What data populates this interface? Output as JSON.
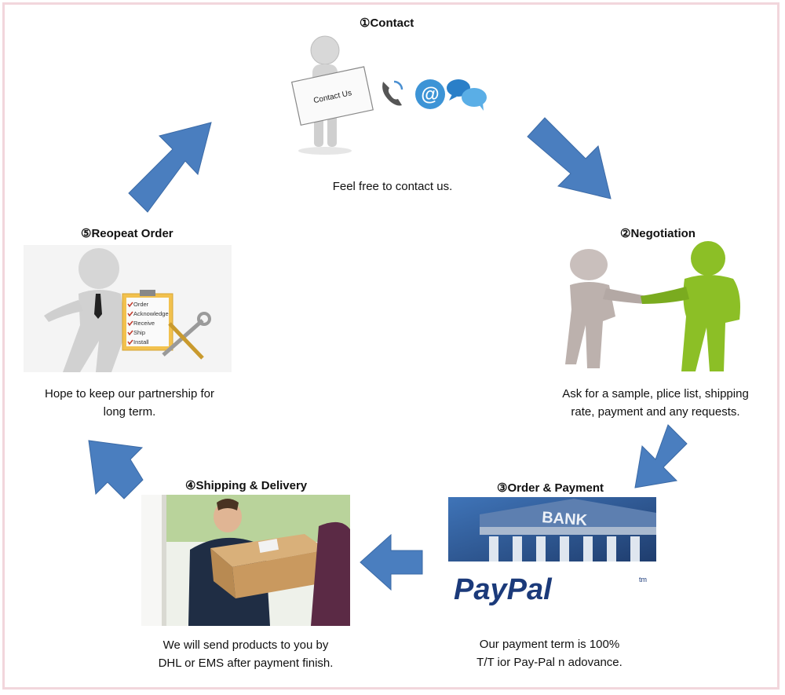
{
  "steps": [
    {
      "title": "①Contact",
      "desc": "Feel free to contact us.",
      "sign_text": "Contact Us"
    },
    {
      "title": "②Negotiation",
      "desc_lines": [
        "Ask for a sample, plice list, shipping",
        "rate, payment and any requests."
      ]
    },
    {
      "title": "③Order & Payment",
      "bank_text": "BANK",
      "paypal_text": "PayPal",
      "tm_text": "tm",
      "desc_lines": [
        "Our payment term is 100%",
        "T/T ior Pay-Pal n adovance."
      ]
    },
    {
      "title": "④Shipping & Delivery",
      "desc_lines": [
        "We will send products to you by",
        "DHL or EMS after payment finish."
      ]
    },
    {
      "title": "⑤Reopeat  Order",
      "desc_lines": [
        "Hope to keep our partnership for",
        "long term."
      ],
      "checklist": [
        "Order",
        "Acknowledge",
        "Receive",
        "Ship",
        "Install"
      ]
    }
  ],
  "colors": {
    "arrow": "#4a7ebf",
    "border": "#f2d6dc",
    "paypal_dark": "#1b3a7a",
    "paypal_light": "#2f8fd6",
    "green_figure": "#8cbf26"
  },
  "icons": [
    "phone-icon",
    "at-sign-icon",
    "chat-bubbles-icon"
  ]
}
